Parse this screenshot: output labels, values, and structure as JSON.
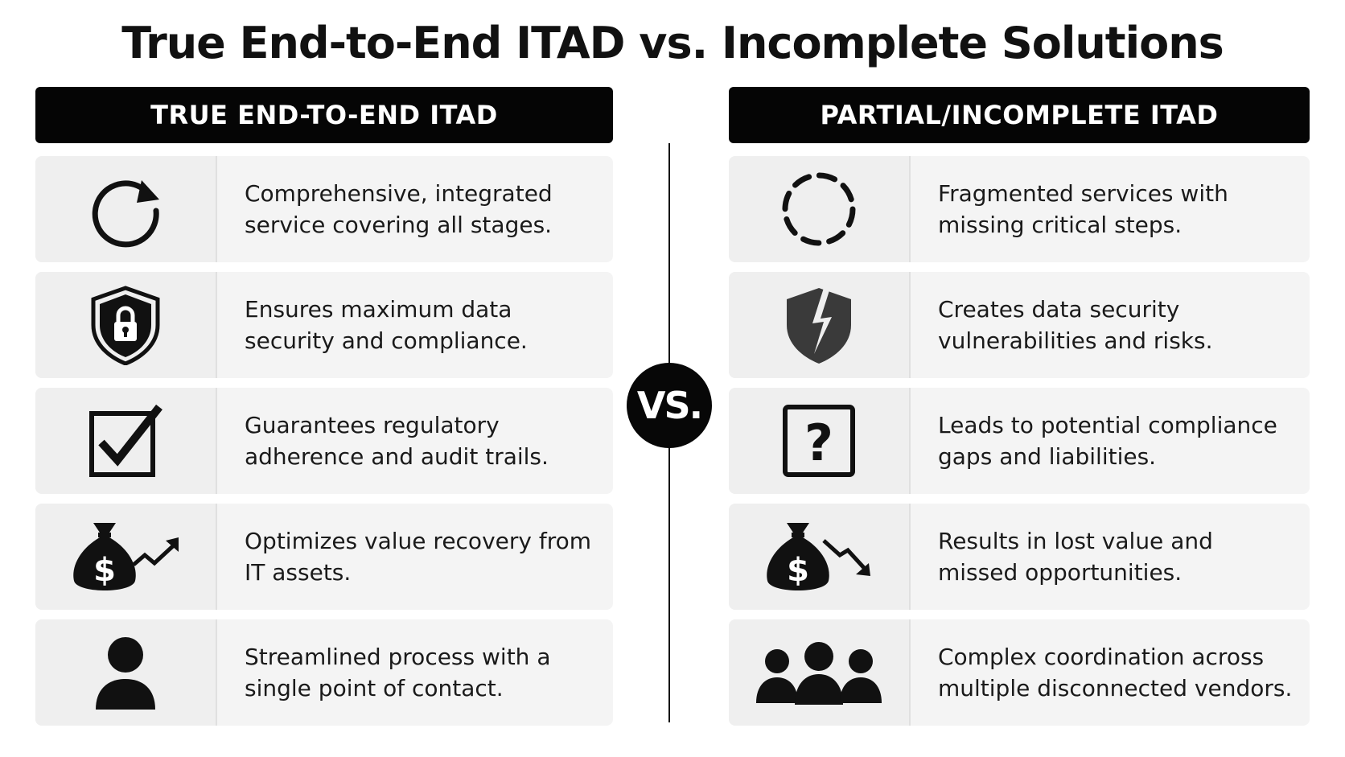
{
  "title": "True End-to-End ITAD vs. Incomplete Solutions",
  "vs_label": "VS.",
  "left": {
    "header": "TRUE END-TO-END ITAD",
    "rows": [
      {
        "icon": "cycle-arrow-icon",
        "text": "Comprehensive, integrated service covering all stages."
      },
      {
        "icon": "shield-lock-icon",
        "text": "Ensures maximum data security and compliance."
      },
      {
        "icon": "checkbox-check-icon",
        "text": "Guarantees regulatory adherence and audit trails."
      },
      {
        "icon": "money-bag-trend-up-icon",
        "text": "Optimizes value recovery from IT assets."
      },
      {
        "icon": "single-person-icon",
        "text": "Streamlined process with a single point of contact."
      }
    ]
  },
  "right": {
    "header": "PARTIAL/INCOMPLETE ITAD",
    "rows": [
      {
        "icon": "dashed-circle-icon",
        "text": "Fragmented services with missing critical steps."
      },
      {
        "icon": "broken-shield-icon",
        "text": "Creates data security vulnerabilities and risks."
      },
      {
        "icon": "question-box-icon",
        "text": "Leads to potential compliance gaps and liabilities."
      },
      {
        "icon": "money-bag-trend-down-icon",
        "text": "Results in lost value and missed opportunities."
      },
      {
        "icon": "group-people-icon",
        "text": "Complex coordination across multiple disconnected vendors."
      }
    ]
  }
}
